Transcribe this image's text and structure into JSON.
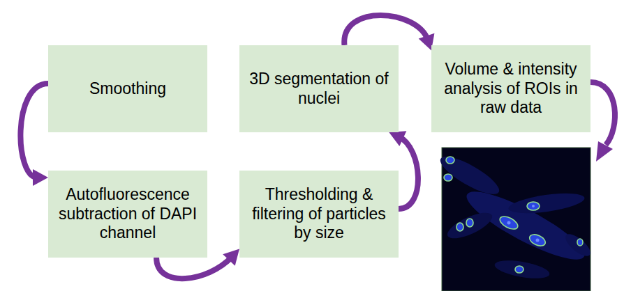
{
  "diagram": {
    "nodes": [
      {
        "text": [
          "Smoothing"
        ]
      },
      {
        "text": [
          "Autofluorescence subtraction of DAPI channel"
        ]
      },
      {
        "text": [
          "Thresholding & filtering of particles by size"
        ]
      },
      {
        "text": [
          "3D segmentation of nuclei"
        ]
      },
      {
        "text": [
          "Volume & intensity analysis of ROIs in raw data"
        ]
      }
    ],
    "edges": [
      {
        "from": 0,
        "to": 1,
        "arrow": "to"
      },
      {
        "from": 1,
        "to": 2,
        "arrow": "to"
      },
      {
        "from": 2,
        "to": 3,
        "arrow": "to"
      },
      {
        "from": 3,
        "to": 4,
        "arrow": "to"
      }
    ]
  }
}
